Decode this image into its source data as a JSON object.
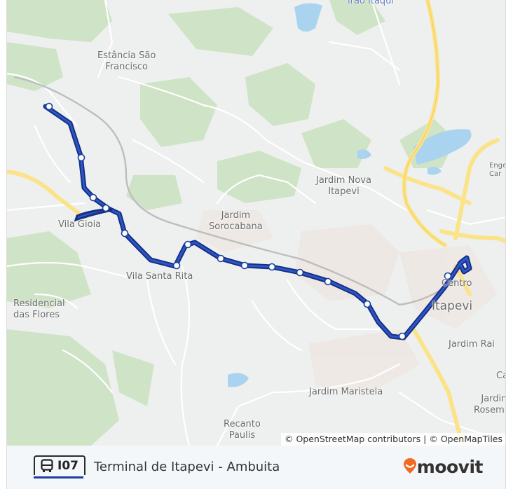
{
  "map": {
    "place_labels": [
      {
        "id": "estancia-sao-francisco",
        "text": "Estância São\nFrancisco"
      },
      {
        "id": "jardim-nova-itapevi",
        "text": "Jardim Nova\nItapevi"
      },
      {
        "id": "jardim-sorocabana",
        "text": "Jardim\nSorocabana"
      },
      {
        "id": "vila-gioia",
        "text": "Vila Gioia"
      },
      {
        "id": "vila-santa-rita",
        "text": "Vila Santa Rita"
      },
      {
        "id": "residencial-das-flores",
        "text": "Residencial\ndas Flores"
      },
      {
        "id": "centro",
        "text": "Centro"
      },
      {
        "id": "itapevi",
        "text": "Itapevi"
      },
      {
        "id": "jardim-rai",
        "text": "Jardim Rai"
      },
      {
        "id": "jardim-maristela",
        "text": "Jardim Maristela"
      },
      {
        "id": "recanto-paulis",
        "text": "Recanto\nPaulis"
      },
      {
        "id": "jardim-rosema",
        "text": "Jardim\nRosema"
      },
      {
        "id": "ca",
        "text": "Ca"
      },
      {
        "id": "enge-car",
        "text": "Enge\nCar"
      },
      {
        "id": "irao-itaqui",
        "text": "irão Itaqui"
      }
    ],
    "route_color": "#1a3fa0",
    "stop_count": 15,
    "attribution": "© OpenStreetMap contributors | © OpenMapTiles"
  },
  "footer": {
    "route_code": "I07",
    "route_name": "Terminal de Itapevi - Ambuita",
    "brand": "moovit",
    "bus_icon": "bus-icon",
    "brand_icon": "location-pin-icon",
    "brand_color": "#f26a21"
  }
}
